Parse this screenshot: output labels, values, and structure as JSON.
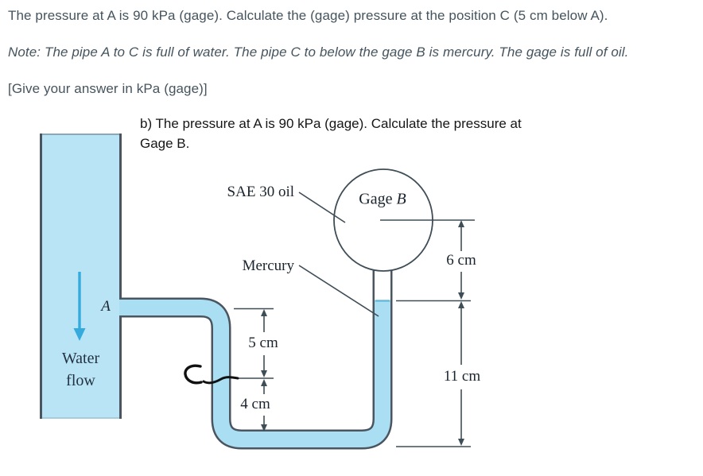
{
  "question": {
    "line1": "The pressure at A is 90 kPa (gage). Calculate the (gage) pressure at the position C (5 cm below A).",
    "note": "Note: The pipe A to C is full of water. The pipe C to below the gage B is mercury. The gage is full of oil.",
    "instruction": "[Give your answer in kPa (gage)]"
  },
  "figure": {
    "caption": {
      "line1": "b) The pressure at A is 90 kPa (gage). Calculate the pressure at",
      "line2": "Gage B."
    },
    "labels": {
      "oil": "SAE 30 oil",
      "gage_word": "Gage",
      "gage_letter": "B",
      "mercury": "Mercury",
      "point_a": "A",
      "handwritten_mark": "C",
      "water_line1": "Water",
      "water_line2": "flow"
    },
    "dimensions": {
      "oil_column": "6 cm",
      "mercury_column": "11 cm",
      "a_to_c": "5 cm",
      "c_to_bottom": "4 cm"
    },
    "colors": {
      "pipe_fill": "#b9e4f6",
      "tube_fill": "#a9def3",
      "wall": "#4a5560",
      "line": "#3f4d57",
      "flow_arrow": "#35aadd",
      "mercury_surface": "#5fb6d6",
      "handwriting": "#111111"
    }
  }
}
